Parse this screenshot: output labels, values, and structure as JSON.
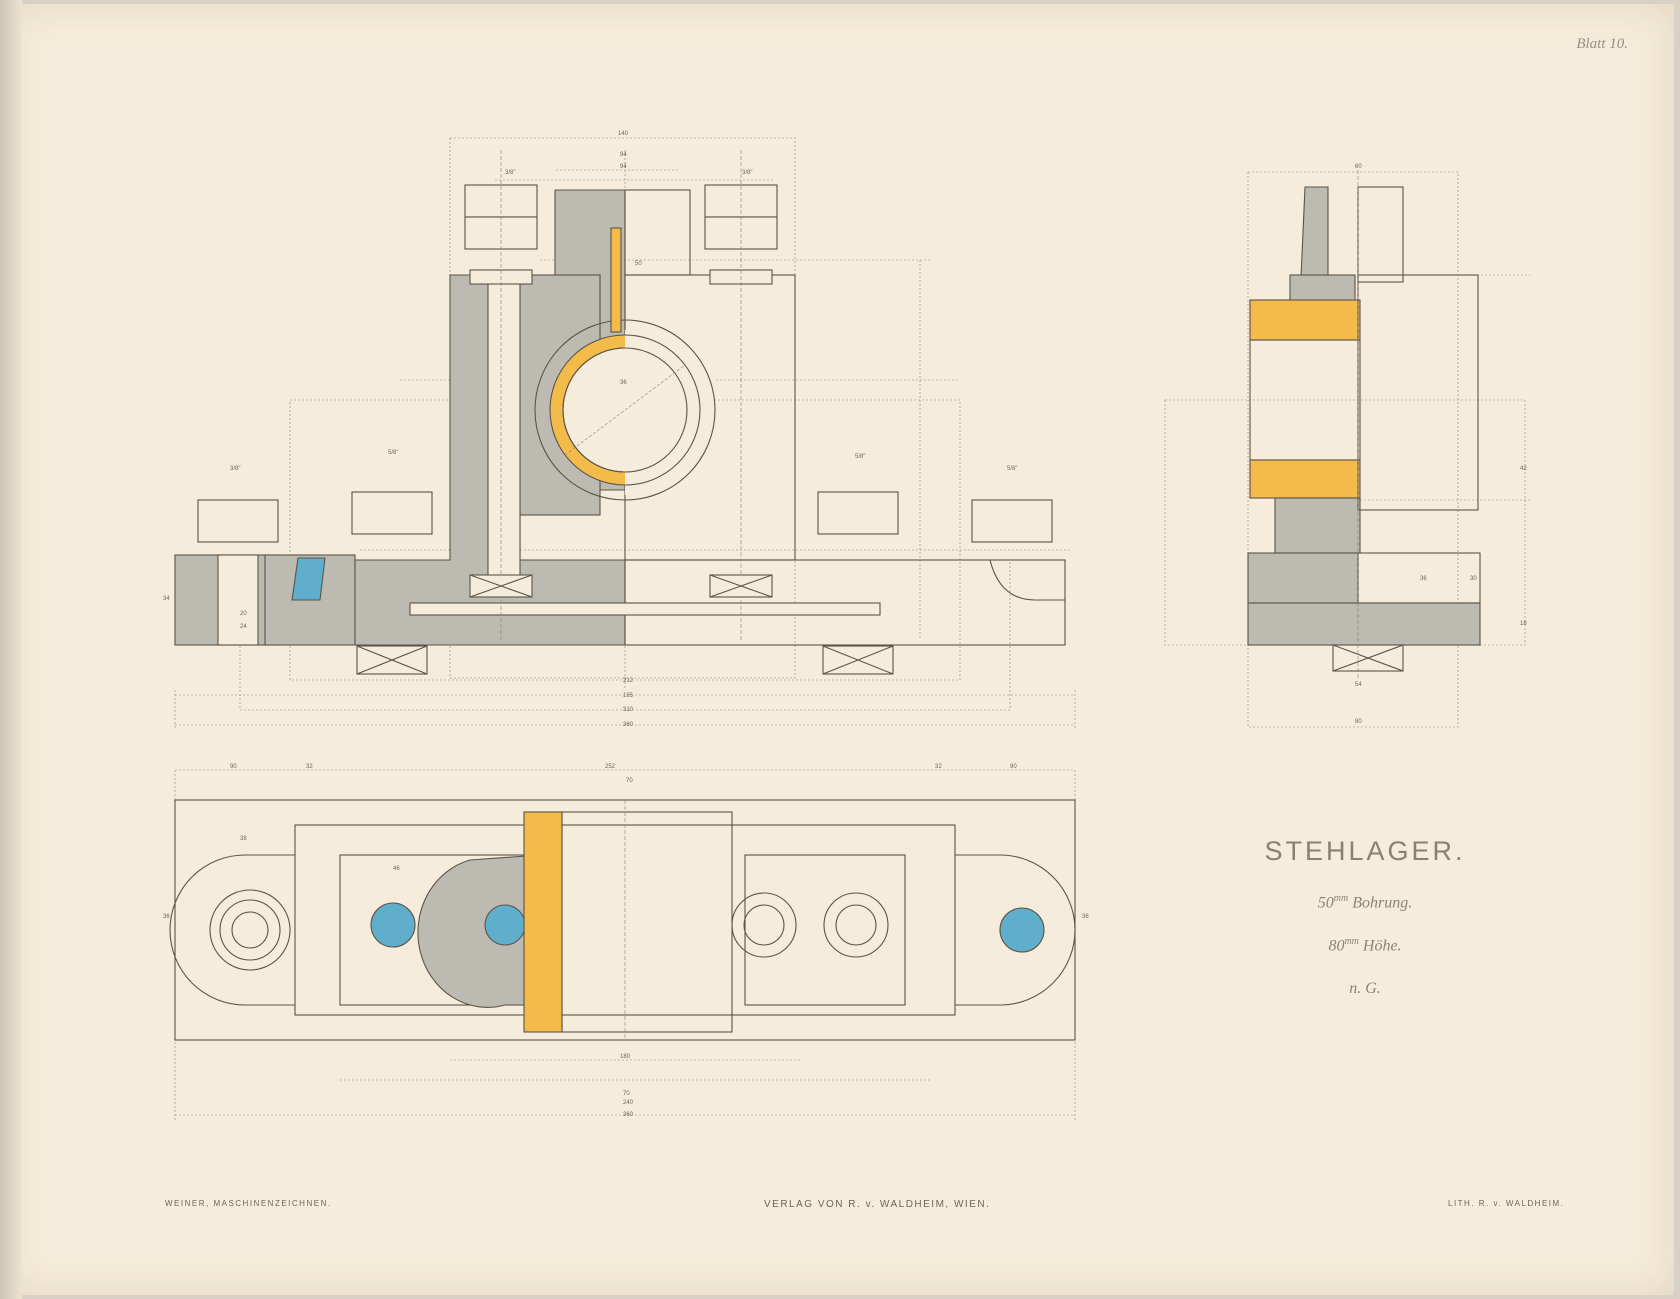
{
  "plate": {
    "number": "Blatt 10."
  },
  "title": {
    "main": "STEHLAGER.",
    "bore_value": "50",
    "bore_unit": "mm",
    "bore_text": "Bohrung.",
    "height_value": "80",
    "height_unit": "mm",
    "height_text": "Höhe.",
    "scale": "n. G."
  },
  "imprint": {
    "left": "WEINER, MASCHINENZEICHNEN.",
    "center": "VERLAG VON R. v. WALDHEIM, WIEN.",
    "right": "LITH. R. v. WALDHEIM."
  },
  "views": {
    "front": {
      "dims": [
        "140",
        "94",
        "94",
        "50",
        "36",
        "3/8\"",
        "3/8\"",
        "3/8\"",
        "5/8\"",
        "5/8\"",
        "5/8\"",
        "212",
        "185",
        "310",
        "360",
        "34",
        "20",
        "24"
      ]
    },
    "side": {
      "dims": [
        "60",
        "80",
        "54",
        "42",
        "36",
        "30",
        "18"
      ]
    },
    "plan": {
      "dims": [
        "90",
        "32",
        "252",
        "70",
        "32",
        "90",
        "38",
        "46",
        "180",
        "70",
        "240",
        "360",
        "36",
        "36"
      ]
    }
  },
  "colors": {
    "paper": "#f6ecdb",
    "cast_iron_section": "#bdbab1",
    "brass_bearing": "#f3bb4a",
    "bolt_section": "#5fafcc",
    "ink": "#5b5448"
  }
}
